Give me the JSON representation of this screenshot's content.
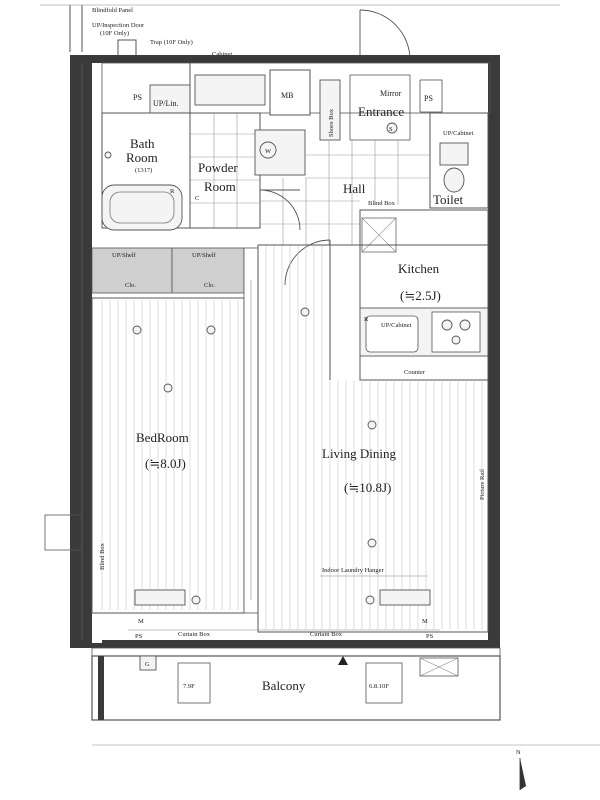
{
  "labels": {
    "blindfold_panel": "Blindfold Panel",
    "inspection_door_1": "UP/Inspection Door",
    "inspection_door_2": "(10F Only)",
    "trap": "Trap (10F Only)",
    "cabinet_top": "Cabinet",
    "ps_left": "PS",
    "up_lin": "UP/Lin.",
    "mb": "MB",
    "shoes_box": "Shoes Box",
    "mirror": "Mirror",
    "entrance": "Entrance",
    "ps_right": "PS",
    "up_cabinet_toilet": "UP/Cabinet",
    "bath_room_1": "Bath",
    "bath_room_2": "Room",
    "bath_size": "(1317)",
    "powder_room_1": "Powder",
    "powder_room_2": "Room",
    "washer": "W",
    "hall": "Hall",
    "blind_box": "Blind Box",
    "toilet": "Toilet",
    "up_shelf_1": "UP/Shelf",
    "up_shelf_2": "UP/Shelf",
    "clo_1": "Clo.",
    "clo_2": "Clo.",
    "kitchen": "Kitchen",
    "kitchen_size": "(≒2.5J)",
    "up_cabinet_kitchen": "UP/Cabinet",
    "counter": "Counter",
    "bedroom": "BedRoom",
    "bedroom_size": "(≒8.0J)",
    "living_dining": "Living Dining",
    "living_size": "(≒10.8J)",
    "picture_rail": "Picture Rail",
    "blind_box_vertical": "Blind Box",
    "indoor_laundry": "Indoor Laundry Hanger",
    "curtain_box_left": "Curtain Box",
    "curtain_box_right": "Curtain Box",
    "ps_bottom_left": "PS",
    "ps_bottom_right": "PS",
    "balcony": "Balcony",
    "ac_left": "7.9F",
    "ac_right": "6.8.10F",
    "north": "N",
    "m_left": "M",
    "m_right": "M",
    "g_mark": "G",
    "c_mark": "C",
    "r_bath": "R",
    "r_kitchen": "R",
    "s_mark": "S"
  },
  "colors": {
    "wall": "#3a3a3a",
    "shelf": "#cfcfcf",
    "line": "#555555"
  }
}
